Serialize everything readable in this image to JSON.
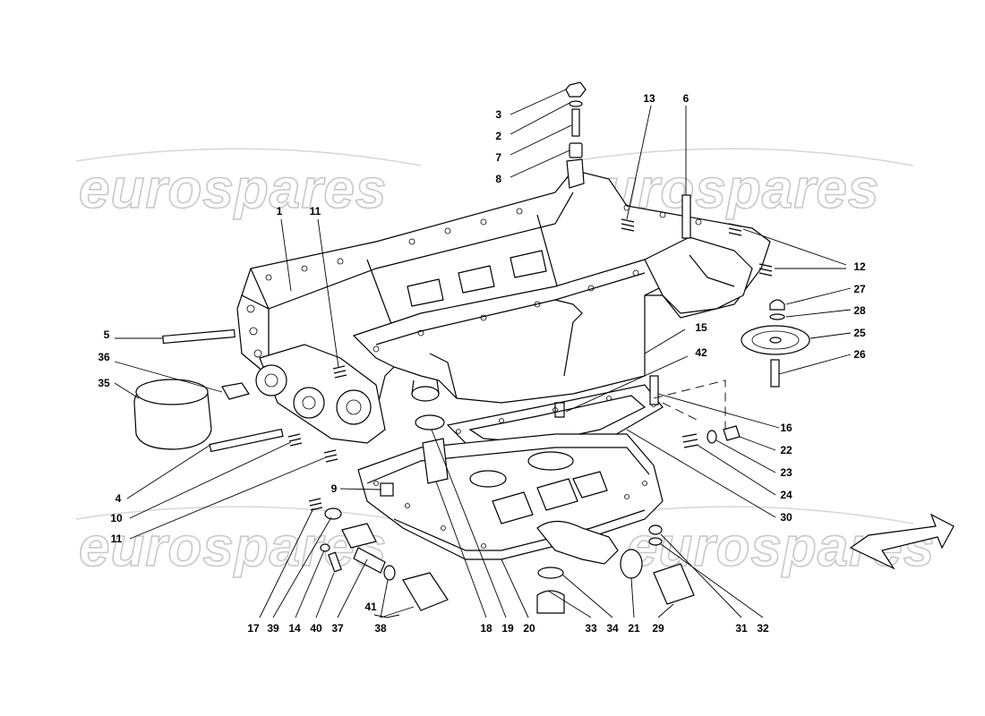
{
  "watermark": {
    "text": "eurospares"
  },
  "callouts": {
    "n1": "1",
    "n2": "2",
    "n3": "3",
    "n4": "4",
    "n5": "5",
    "n6": "6",
    "n7": "7",
    "n8": "8",
    "n9": "9",
    "n10": "10",
    "n11a": "11",
    "n11b": "11",
    "n12": "12",
    "n13": "13",
    "n14": "14",
    "n15": "15",
    "n16": "16",
    "n17": "17",
    "n18": "18",
    "n19": "19",
    "n20": "20",
    "n21": "21",
    "n22": "22",
    "n23": "23",
    "n24": "24",
    "n25": "25",
    "n26": "26",
    "n27": "27",
    "n28": "28",
    "n29": "29",
    "n30": "30",
    "n31": "31",
    "n32": "32",
    "n33": "33",
    "n34": "34",
    "n35": "35",
    "n36": "36",
    "n37": "37",
    "n38": "38",
    "n39": "39",
    "n40": "40",
    "n41": "41",
    "n42": "42"
  }
}
